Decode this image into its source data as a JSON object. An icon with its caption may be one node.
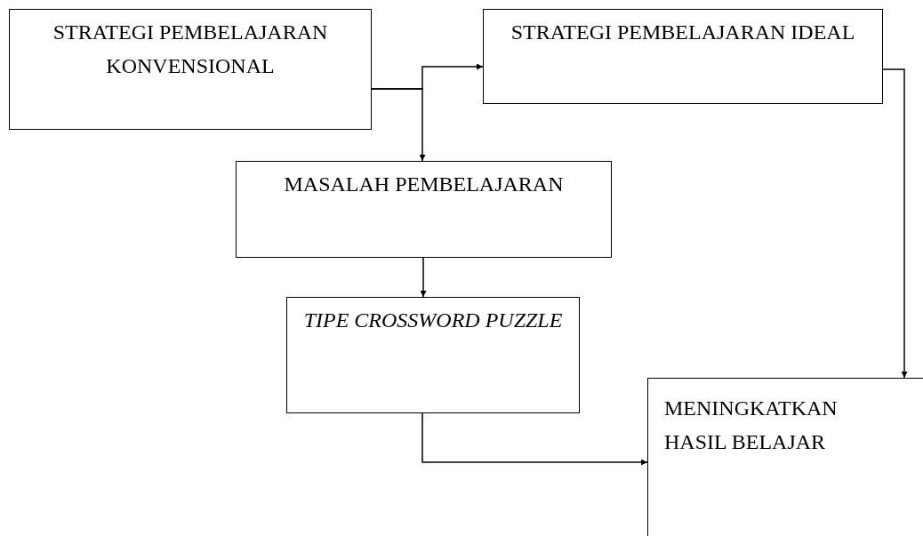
{
  "diagram": {
    "nodes": [
      {
        "text": [
          "STRATEGI PEMBELAJARAN KONVENSIONAL"
        ]
      },
      {
        "text": [
          "STRATEGI PEMBELAJARAN IDEAL"
        ]
      },
      {
        "text": [
          "MASALAH PEMBELAJARAN"
        ]
      },
      {
        "text": [
          "TIPE CROSSWORD PUZZLE"
        ]
      },
      {
        "text": [
          "MENINGKATKAN HASIL BELAJAR"
        ]
      }
    ],
    "edges": [
      {
        "from": 0,
        "to": 1,
        "arrow": "to"
      },
      {
        "from": 0,
        "to": 2,
        "arrow": "to"
      },
      {
        "from": 1,
        "to": 4,
        "arrow": "to"
      },
      {
        "from": 2,
        "to": 3,
        "arrow": "to"
      },
      {
        "from": 3,
        "to": 4,
        "arrow": "to"
      }
    ]
  }
}
